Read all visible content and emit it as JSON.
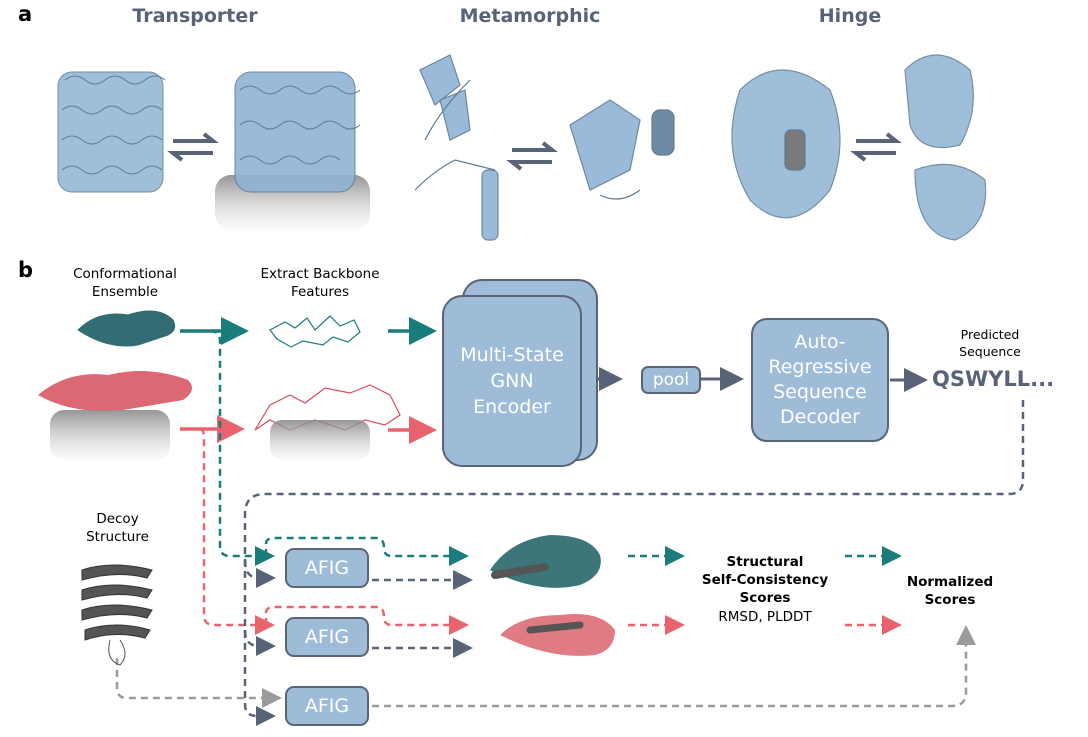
{
  "panel_a": {
    "label": "a",
    "categories": [
      {
        "title": "Transporter"
      },
      {
        "title": "Metamorphic"
      },
      {
        "title": "Hinge"
      }
    ]
  },
  "panel_b": {
    "label": "b",
    "conformational_ensemble": "Conformational\nEnsemble",
    "extract_backbone": "Extract Backbone\nFeatures",
    "encoder": "Multi-State\nGNN\nEncoder",
    "pool": "pool",
    "decoder": "Auto-\nRegressive\nSequence\nDecoder",
    "predicted_sequence_label": "Predicted\nSequence",
    "predicted_sequence": "QSWYLL...",
    "decoy": "Decoy\nStructure",
    "afig_labels": [
      "AFIG",
      "AFIG",
      "AFIG"
    ],
    "scores_title": "Structural\nSelf-Consistency\nScores",
    "scores_metrics": "RMSD, PLDDT",
    "normalized": "Normalized\nScores"
  },
  "colors": {
    "teal": "#1b7c7c",
    "red": "#e8636e",
    "slate": "#596377",
    "gray": "#9a9a9a",
    "protein_blue": "#8fb3d4",
    "box_fill": "#9ebcd8"
  }
}
